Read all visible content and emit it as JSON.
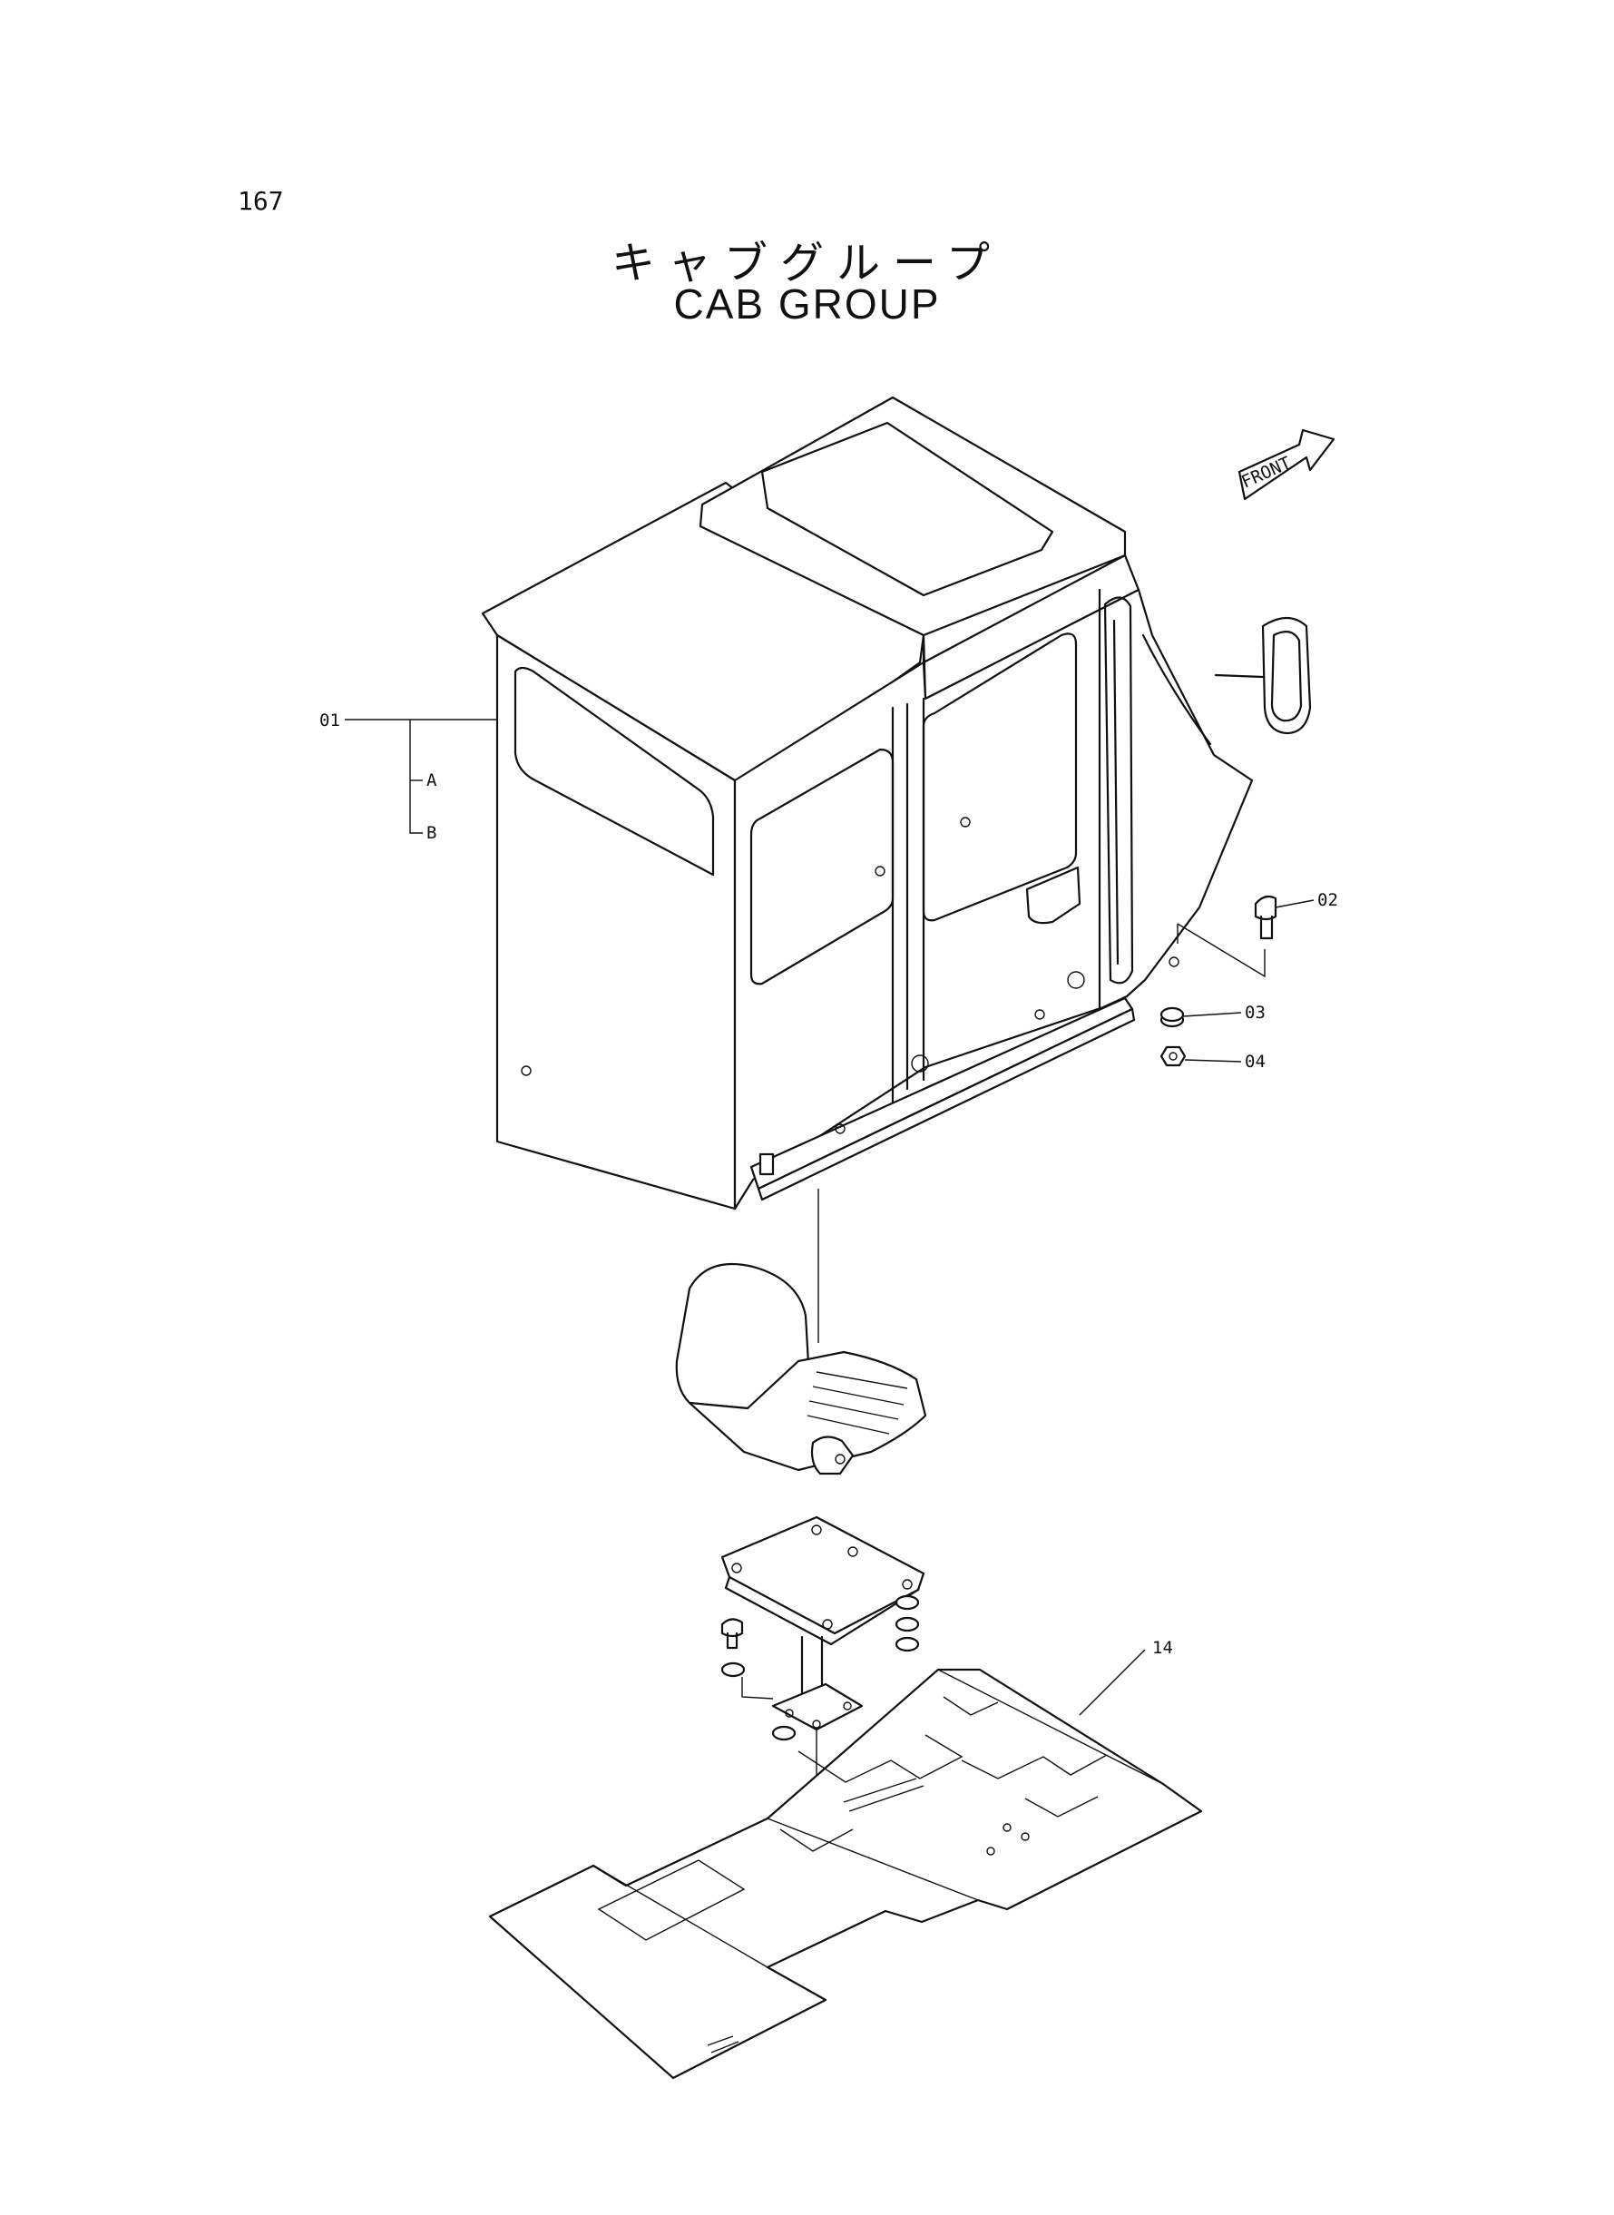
{
  "page": {
    "number": "167",
    "title_jp": "キャブグループ",
    "title_en": "CAB GROUP"
  },
  "direction_label": "FRONT",
  "callouts": {
    "c01": "01",
    "cA": "A",
    "cB": "B",
    "c02": "02",
    "c03": "03",
    "c04": "04",
    "c14": "14"
  },
  "colors": {
    "line": "#111111",
    "background": "#ffffff"
  }
}
